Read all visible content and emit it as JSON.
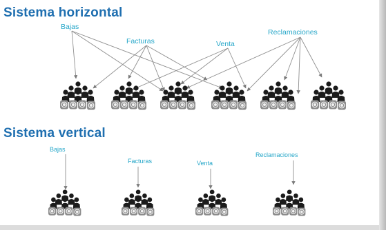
{
  "slide": {
    "horizontal_title": "Sistema horizontal",
    "vertical_title": "Sistema vertical",
    "horizontal_labels": [
      "Bajas",
      "Facturas",
      "Venta",
      "Reclamaciones"
    ],
    "vertical_labels": [
      "Bajas",
      "Facturas",
      "Venta",
      "Reclamaciones"
    ],
    "horizontal_group_count": 6,
    "vertical_group_count": 4
  },
  "colors": {
    "heading": "#1f6fb0",
    "label": "#27a7c9",
    "arrow": "#8f8f8f",
    "figure": "#1b1b1b",
    "coin": "#8c8c8c"
  },
  "icons": {
    "group": "worker-group-icon",
    "coin": "euro-coin-icon"
  }
}
